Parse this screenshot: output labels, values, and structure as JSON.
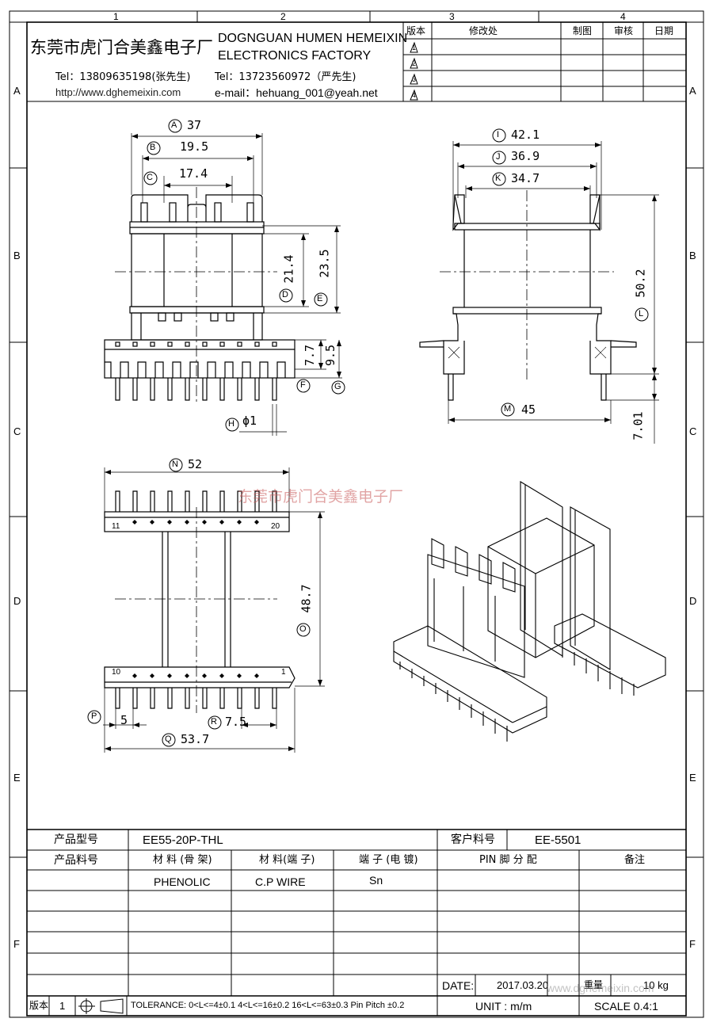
{
  "border": {
    "top_numbers": [
      "1",
      "2",
      "3",
      "4"
    ],
    "side_letters": [
      "A",
      "B",
      "C",
      "D",
      "E",
      "F"
    ]
  },
  "title_block": {
    "company_cn": "东莞市虎门合美鑫电子厂",
    "company_en_line1": "DOGNGUAN HUMEN HEMEIXIN",
    "company_en_line2": "ELECTRONICS FACTORY",
    "tel1": "Tel：13809635198(张先生)",
    "website": "http://www.dghemeixin.com",
    "tel2": "Tel：13723560972（严先生)",
    "email": "e-mail：hehuang_001@yeah.net"
  },
  "revision_table": {
    "headers": [
      "版本",
      "修改处",
      "制图",
      "审核",
      "日期"
    ],
    "rows": [
      "1",
      "2",
      "3",
      "4"
    ]
  },
  "dimensions": {
    "A": {
      "letter": "A",
      "value": "37"
    },
    "B": {
      "letter": "B",
      "value": "19.5"
    },
    "C": {
      "letter": "C",
      "value": "17.4"
    },
    "D": {
      "letter": "D",
      "value": "21.4"
    },
    "E": {
      "letter": "E",
      "value": "23.5"
    },
    "F": {
      "letter": "F",
      "value": "7.7"
    },
    "G": {
      "letter": "G",
      "value": "9.5"
    },
    "H": {
      "letter": "H",
      "value": "ϕ1"
    },
    "I": {
      "letter": "I",
      "value": "42.1"
    },
    "J": {
      "letter": "J",
      "value": "36.9"
    },
    "K": {
      "letter": "K",
      "value": "34.7"
    },
    "L": {
      "letter": "L",
      "value": "50.2"
    },
    "M": {
      "letter": "M",
      "value": "45"
    },
    "N": {
      "letter": "N",
      "value": "52"
    },
    "O": {
      "letter": "O",
      "value": "48.7"
    },
    "P": {
      "letter": "P",
      "value": "5"
    },
    "Q": {
      "letter": "Q",
      "value": "53.7"
    },
    "R": {
      "letter": "R",
      "value": "7.5"
    },
    "extra": "7.01"
  },
  "pin_labels": {
    "top_left": "11",
    "top_right": "20",
    "bottom_left": "10",
    "bottom_right": "1"
  },
  "watermark": "东莞市虎门合美鑫电子厂",
  "spec_table": {
    "product_model_label": "产品型号",
    "product_model_value": "EE55-20P-THL",
    "customer_part_label": "客户料号",
    "customer_part_value": "EE-5501",
    "product_part_label": "产品料号",
    "col_material_bobbin": "材 料 (骨 架)",
    "col_material_pin": "材 料(端 子)",
    "col_plating": "端 子 (电 镀)",
    "col_pin_assign": "PIN 脚 分 配",
    "col_remark": "备注",
    "material_bobbin": "PHENOLIC",
    "material_pin": "C.P WIRE",
    "plating": "Sn"
  },
  "footer": {
    "date_label": "DATE:",
    "date_value": "2017.03.20",
    "weight_label": "重量",
    "weight_value": "10 kg",
    "unit": "UNIT : m/m",
    "scale": "SCALE  0.4:1",
    "version_label": "版本",
    "version_value": "1",
    "tolerance": "TOLERANCE:  0<L<=4±0.1  4<L<=16±0.2  16<L<=63±0.3  Pin Pitch  ±0.2",
    "watermark_url": "www.dghemeixin.com"
  }
}
